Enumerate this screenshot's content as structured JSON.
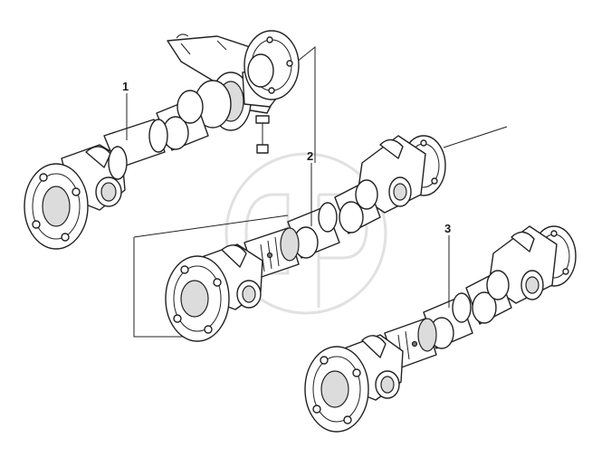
{
  "diagram": {
    "callouts": [
      {
        "id": "1",
        "label": "1"
      },
      {
        "id": "2",
        "label": "2"
      },
      {
        "id": "3",
        "label": "3"
      }
    ],
    "colors": {
      "line": "#222222",
      "fill": "#ffffff",
      "shade": "#d9d9d9",
      "watermark": "#c8c8c8"
    },
    "watermark_icon": "cp-logo-watermark"
  }
}
